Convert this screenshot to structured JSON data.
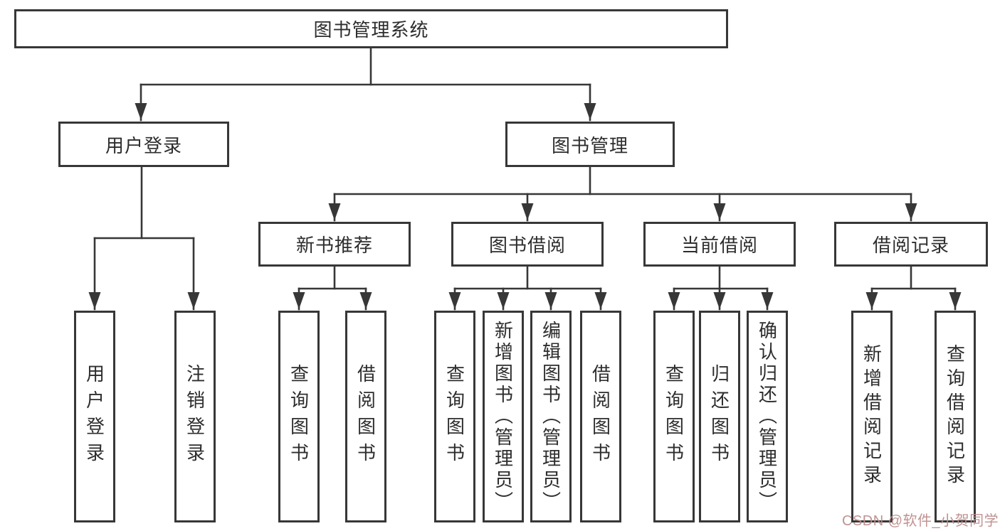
{
  "tree": {
    "label": "图书管理系统",
    "children": [
      {
        "label": "用户登录",
        "children": [
          {
            "label": "用户登录"
          },
          {
            "label": "注销登录"
          }
        ]
      },
      {
        "label": "图书管理",
        "children": [
          {
            "label": "新书推荐",
            "children": [
              {
                "label": "查询图书"
              },
              {
                "label": "借阅图书"
              }
            ]
          },
          {
            "label": "图书借阅",
            "children": [
              {
                "label": "查询图书"
              },
              {
                "label": "新增图书（管理员）"
              },
              {
                "label": "编辑图书（管理员）"
              },
              {
                "label": "借阅图书"
              }
            ]
          },
          {
            "label": "当前借阅",
            "children": [
              {
                "label": "查询图书"
              },
              {
                "label": "归还图书"
              },
              {
                "label": "确认归还（管理员）"
              }
            ]
          },
          {
            "label": "借阅记录",
            "children": [
              {
                "label": "新增借阅记录"
              },
              {
                "label": "查询借阅记录"
              }
            ]
          }
        ]
      }
    ]
  },
  "watermark": {
    "text": "CSDN @软件_小贺同学",
    "color": "#bd8c8c"
  },
  "colors": {
    "line": "#373737",
    "text": "#2d2d2d",
    "background": "#ffffff"
  }
}
